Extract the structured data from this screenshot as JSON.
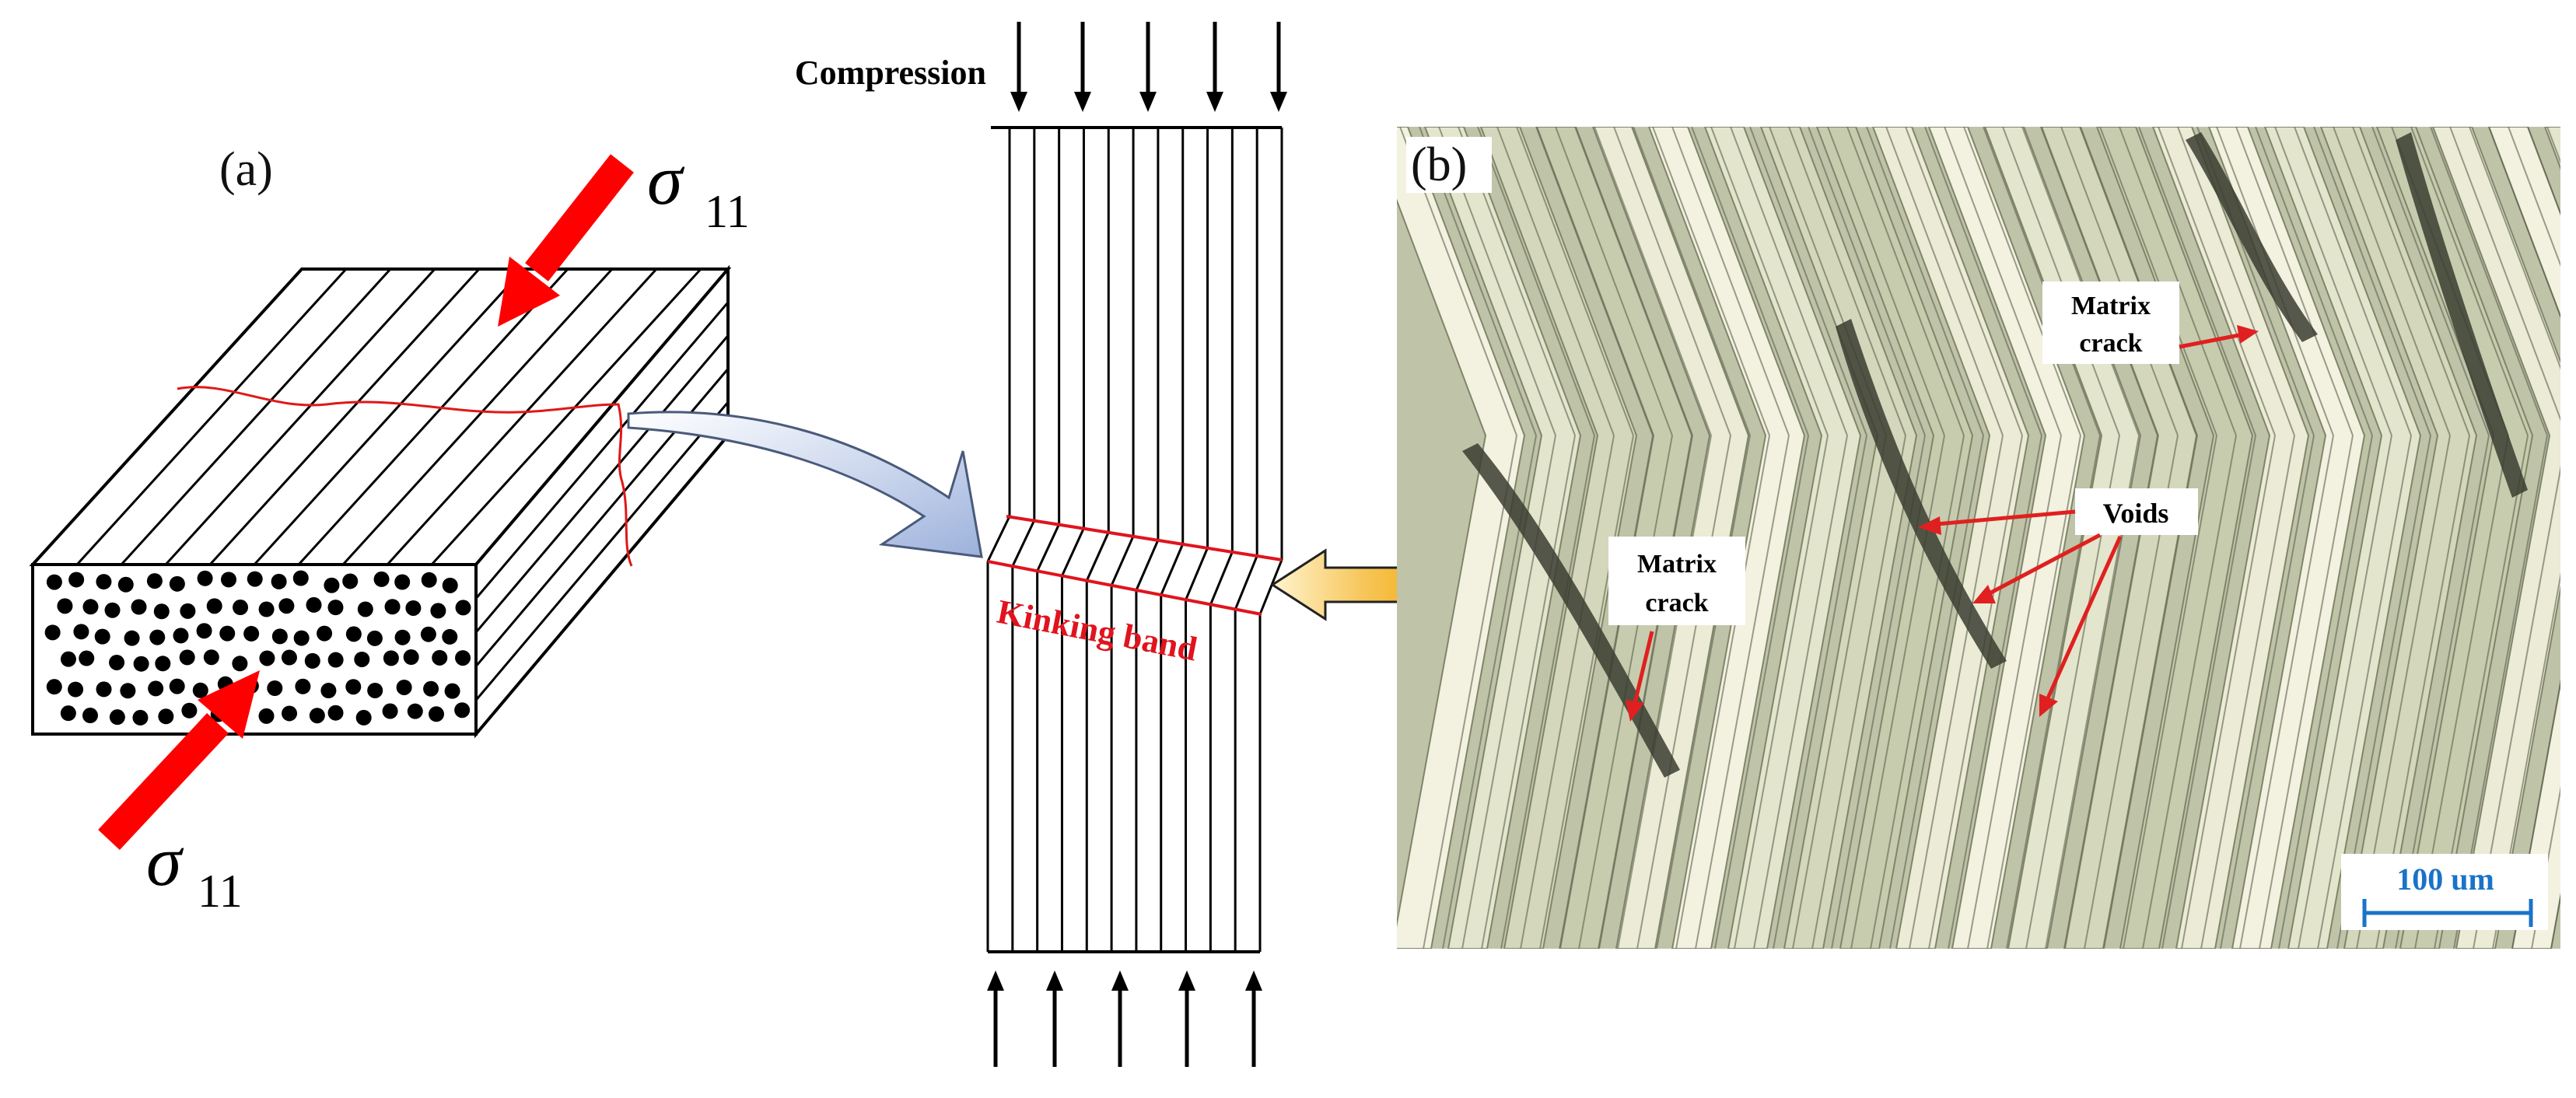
{
  "panel_a": {
    "label": "(a)",
    "stress_top": {
      "symbol": "σ",
      "subscript": "11"
    },
    "stress_bottom": {
      "symbol": "σ",
      "subscript": "11"
    }
  },
  "middle": {
    "top_label": "Compression",
    "band_label": "Kinking band"
  },
  "panel_b": {
    "label": "(b)",
    "annotations": {
      "matrix_crack_1": [
        "Matrix",
        "crack"
      ],
      "matrix_crack_2": [
        "Matrix",
        "crack"
      ],
      "voids": "Voids"
    },
    "scale_bar": "100 um"
  },
  "colors": {
    "stress_arrow": "#ff0000",
    "kink_band": "#e0141e",
    "annotation_arrow": "#e02020",
    "scale_bar": "#1a73c8",
    "curved_arrow": "#b8c8e6",
    "double_arrow": "#f5b21b",
    "micrograph_base": "#bfc3a8"
  }
}
